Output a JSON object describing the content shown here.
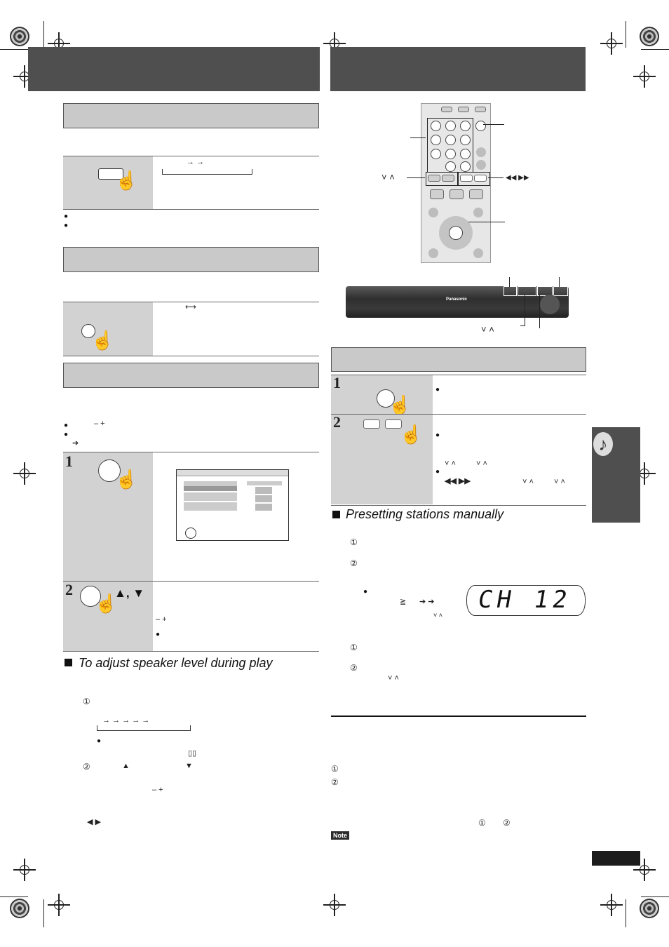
{
  "sections": {
    "speaker_level": {
      "subheading": "To adjust speaker level during play"
    },
    "radio": {
      "subheading": "Presetting stations manually"
    }
  },
  "display": {
    "lcd": "CH  12"
  },
  "remote": {
    "brand": "Panasonic"
  },
  "steps": {
    "left": [
      "1",
      "2"
    ],
    "right": [
      "1",
      "2"
    ]
  },
  "note": {
    "label": "Note"
  },
  "symbols": {
    "up_down": "▲, ▼",
    "rew_ff": "◀◀  ▶▶",
    "v_caret": "˅    ˄",
    "v_caret_small": "˅  ˄",
    "left_right": "◀  ▶",
    "up_arrow": "▲",
    "down_arrow": "▼",
    "minus_plus": "–    +",
    "minus_plus_wide": "–          +",
    "circled_1": "①",
    "circled_2": "②",
    "bullet": "●",
    "right_arrow": "➔",
    "dolby": "▯▯",
    "sequence_arrows": "→        →",
    "toggle_arrows": "⟷",
    "speaker_arrows": "→  →  →    →    →",
    "ge": "≧",
    "arrow_pair": "➔     ➔"
  }
}
